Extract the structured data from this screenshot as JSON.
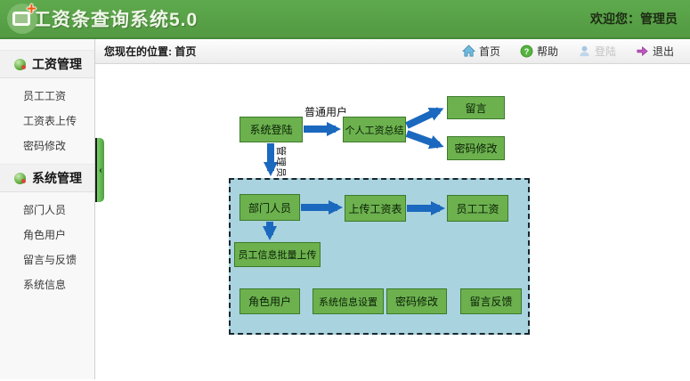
{
  "header": {
    "title": "工资条查询系统5.0",
    "welcome": "欢迎您：管理员"
  },
  "breadcrumb": {
    "location_label": "您现在的位置: 首页",
    "links": [
      {
        "label": "首页",
        "icon": "home-icon",
        "disabled": false
      },
      {
        "label": "帮助",
        "icon": "help-icon",
        "disabled": false
      },
      {
        "label": "登陆",
        "icon": "login-icon",
        "disabled": true
      },
      {
        "label": "退出",
        "icon": "logout-icon",
        "disabled": false
      }
    ]
  },
  "sidebar": {
    "sections": [
      {
        "title": "工资管理",
        "icon": "green-orb-icon",
        "items": [
          "员工工资",
          "工资表上传",
          "密码修改"
        ]
      },
      {
        "title": "系统管理",
        "icon": "green-orb-icon",
        "items": [
          "部门人员",
          "角色用户",
          "留言与反馈",
          "系统信息"
        ]
      }
    ],
    "collapse_arrow": "‹"
  },
  "flowchart": {
    "nodes": {
      "login": "系统登陆",
      "personal_summary": "个人工资总结",
      "message": "留言",
      "password_top": "密码修改",
      "department": "部门人员",
      "upload_table": "上传工资表",
      "employee_salary": "员工工资",
      "batch_upload": "员工信息批量上传",
      "role_user": "角色用户",
      "system_info_setting": "系统信息设置",
      "password_bottom": "密码修改",
      "feedback": "留言反馈"
    },
    "edge_labels": {
      "normal_user": "普通用户",
      "admin": "管理员"
    }
  },
  "colors": {
    "header_green": "#57a046",
    "node_green": "#6cb14e",
    "node_border_green": "#3c7a2a",
    "arrow_blue": "#1b68bf",
    "admin_panel_blue": "#a9d3de",
    "logout_purple": "#c257c2"
  }
}
